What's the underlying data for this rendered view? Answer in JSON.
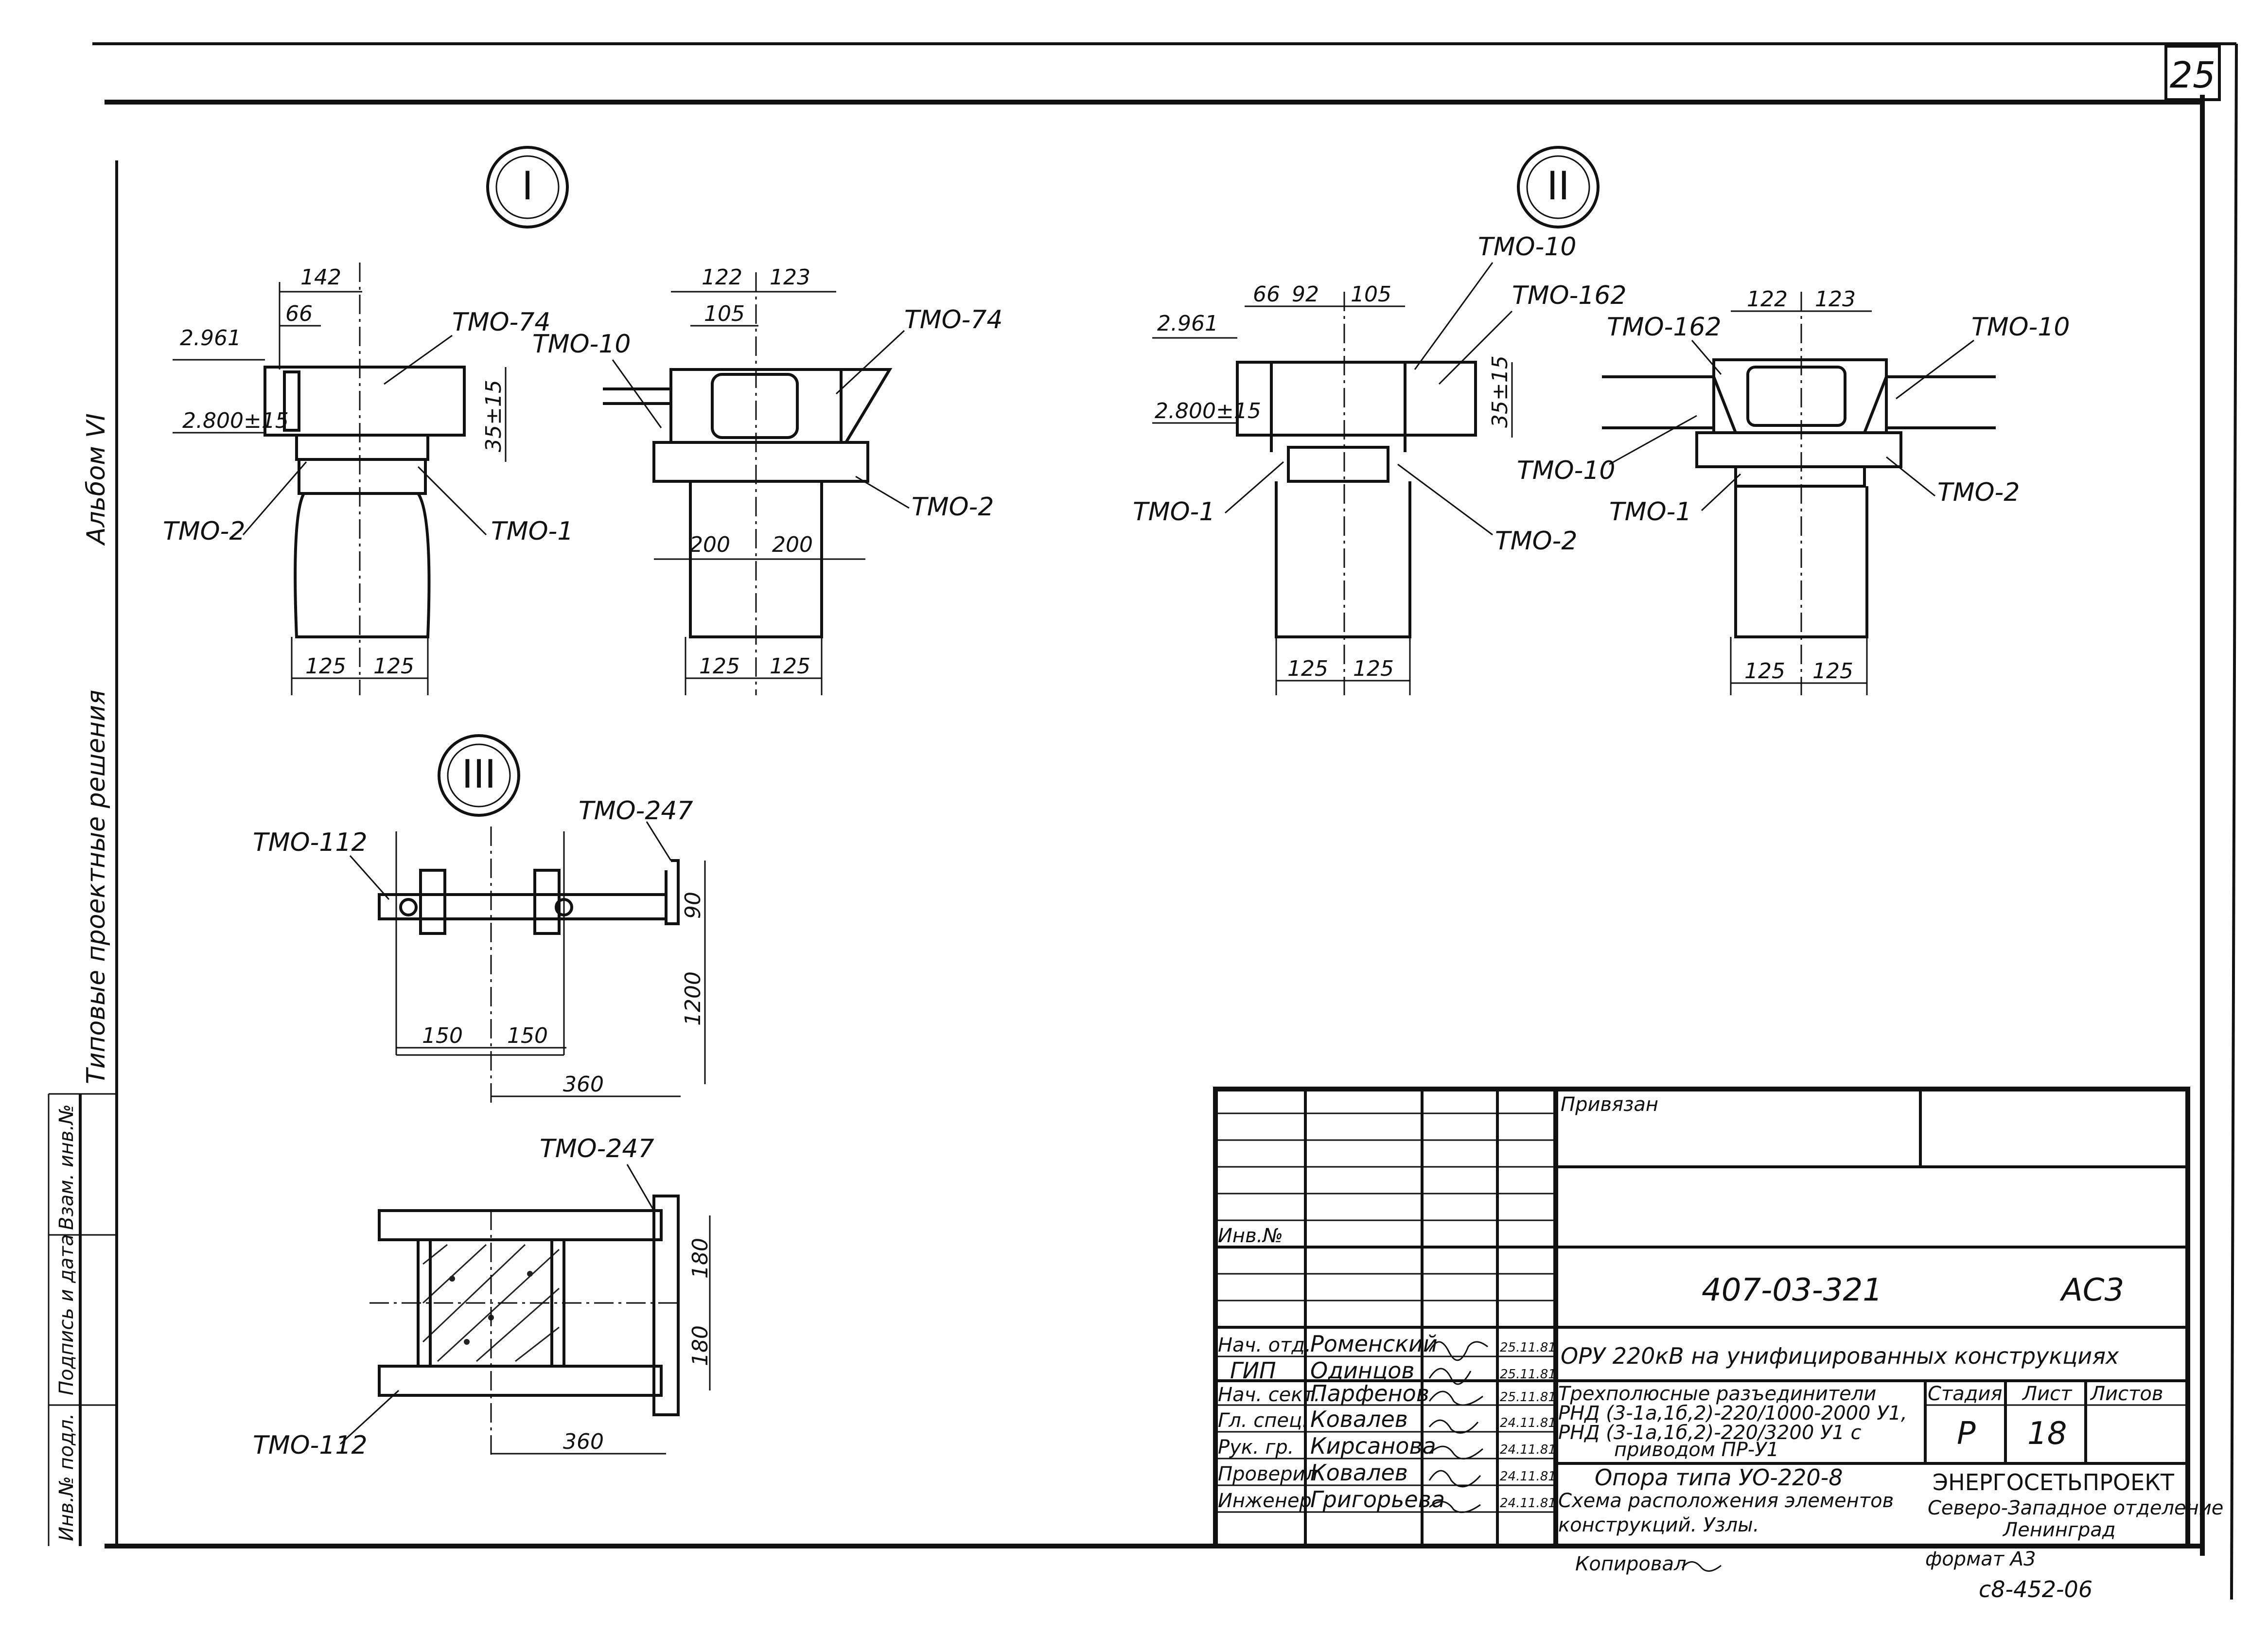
{
  "sheet_number": "25",
  "side_stamp": {
    "album": "Альбом VI",
    "series": "Типовые проектные решения",
    "field_1": "Взам. инв.№",
    "field_2": "Подпись и дата",
    "field_3": "Инв.№ подл."
  },
  "node_1": {
    "marker": "I",
    "left": {
      "elev_top": "2.961",
      "elev_bottom": "2.800±15",
      "dim_top": "142",
      "dim_sub": "66",
      "dim_side": "35±15",
      "dim_bottom": [
        "125",
        "125"
      ],
      "labels": [
        "ТМО-74",
        "ТМО-2",
        "ТМО-1"
      ]
    },
    "right": {
      "dim_top": [
        "122",
        "123"
      ],
      "dim_sub": "105",
      "dim_mid": [
        "200",
        "200"
      ],
      "dim_bottom": [
        "125",
        "125"
      ],
      "labels": [
        "ТМО-10",
        "ТМО-74",
        "ТМО-2"
      ]
    }
  },
  "node_2": {
    "marker": "II",
    "left": {
      "elev_top": "2.961",
      "elev_bottom": "2.800±15",
      "dim_top": [
        "66",
        "92",
        "105"
      ],
      "dim_side": "35±15",
      "dim_bottom": [
        "125",
        "125"
      ],
      "labels": [
        "ТМО-10",
        "ТМО-162",
        "ТМО-1",
        "ТМО-2"
      ]
    },
    "right": {
      "dim_top": [
        "122",
        "123"
      ],
      "dim_bottom": [
        "125",
        "125"
      ],
      "labels": [
        "ТМО-162",
        "ТМО-10",
        "ТМО-10",
        "ТМО-1",
        "ТМО-2"
      ]
    }
  },
  "node_3": {
    "marker": "III",
    "elevation": {
      "labels": [
        "ТМО-112",
        "ТМО-247"
      ],
      "dim_bottom": [
        "150",
        "150"
      ],
      "dim_total": "360",
      "dim_side": [
        "90",
        "1200"
      ]
    },
    "plan": {
      "labels": [
        "ТМО-247",
        "ТМО-112"
      ],
      "dim_bottom": "360",
      "dim_side": [
        "180",
        "180"
      ]
    }
  },
  "title_block": {
    "privyazan": "Привязан",
    "inv_label": "Инв.№",
    "doc_code": "407-03-321",
    "doc_mark": "АС3",
    "project_title": "ОРУ 220кВ на унифицированных конструкциях",
    "description_1": "Трехполюсные разъединители",
    "description_2": "РНД (3-1а,1б,2)-220/1000-2000 У1,",
    "description_3": "РНД (3-1а,1б,2)-220/3200 У1 с",
    "description_4": "приводом ПР-У1",
    "sheet_title_1": "Опора типа УО-220-8",
    "sheet_title_2": "Схема расположения элементов",
    "sheet_title_3": "конструкций. Узлы.",
    "stage_header": "Стадия",
    "sheet_header": "Лист",
    "sheets_header": "Листов",
    "stage": "Р",
    "sheet": "18",
    "sheets": "",
    "organization": "ЭНЕРГОСЕТЬПРОЕКТ",
    "branch": "Северо-Западное отделение",
    "city": "Ленинград",
    "staff": [
      {
        "role": "Нач. отд.",
        "name": "Роменский",
        "date": "25.11.81"
      },
      {
        "role": "ГИП",
        "name": "Одинцов",
        "date": "25.11.81"
      },
      {
        "role": "Нач. сект.",
        "name": "Парфенов",
        "date": "25.11.81"
      },
      {
        "role": "Гл. спец.",
        "name": "Ковалев",
        "date": "24.11.81"
      },
      {
        "role": "Рук. гр.",
        "name": "Кирсанова",
        "date": "24.11.81"
      },
      {
        "role": "Проверил",
        "name": "Ковалев",
        "date": "24.11.81"
      },
      {
        "role": "Инженер",
        "name": "Григорьева",
        "date": "24.11.81"
      }
    ],
    "copied_by": "Копировал",
    "format": "формат А3",
    "archive_no": "с8-452-06"
  }
}
